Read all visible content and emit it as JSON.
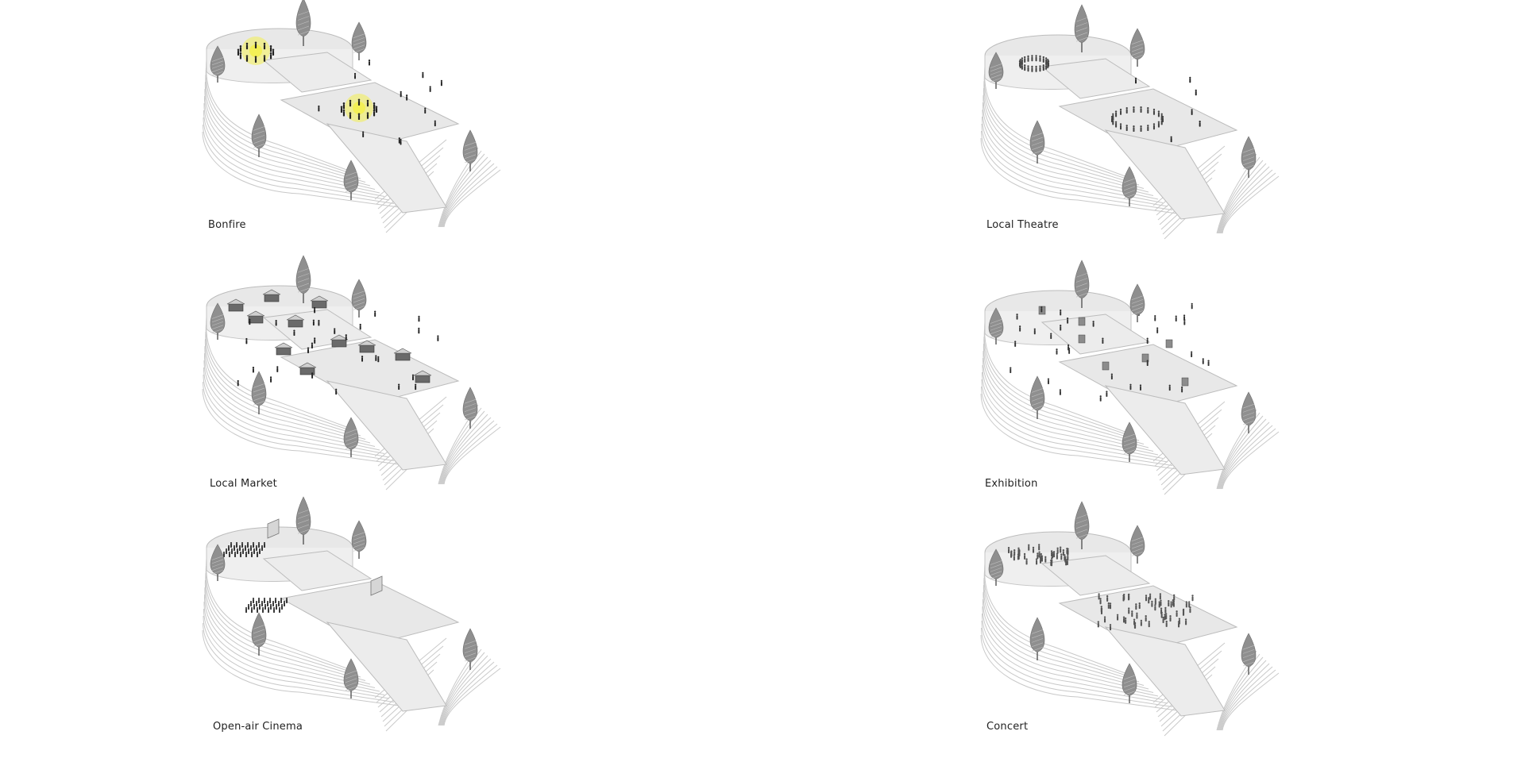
{
  "panels": [
    {
      "label": "Bonfire",
      "activity": "bonfire"
    },
    {
      "label": "Local Theatre",
      "activity": "theatre"
    },
    {
      "label": "Local Market",
      "activity": "market"
    },
    {
      "label": "Exhibition",
      "activity": "exhibition"
    },
    {
      "label": "Open-air Cinema",
      "activity": "cinema"
    },
    {
      "label": "Concert",
      "activity": "concert"
    }
  ],
  "colors": {
    "background": "#ffffff",
    "platform": "#e8e8e8",
    "terrace_line": "#c9c9c9",
    "tree": "#8f8f8f",
    "people": "#222222",
    "bonfire_glow": "#f3ef4f"
  },
  "icons": {
    "tree": "tree-icon",
    "person": "person-figure-icon",
    "stall": "market-stall-icon",
    "screen": "cinema-screen-icon",
    "sculpture": "exhibit-object-icon"
  }
}
